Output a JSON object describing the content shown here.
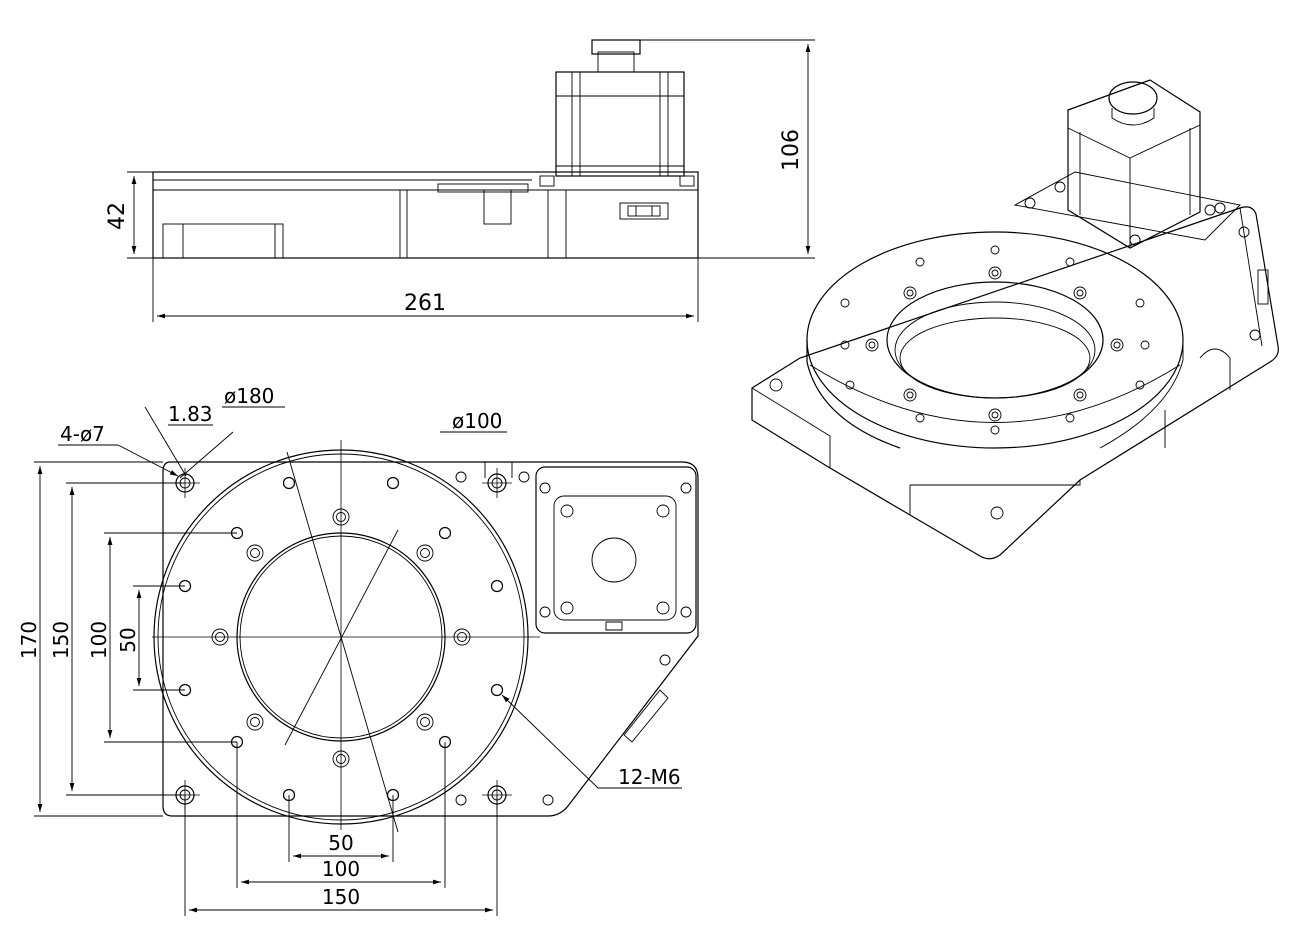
{
  "colors": {
    "line": "#000000",
    "background": "#ffffff"
  },
  "dimensions": {
    "side_height": "42",
    "motor_height": "106",
    "total_length": "261",
    "mount_holes": "4-ø7",
    "offset": "1.83",
    "outer_diameter": "ø180",
    "inner_diameter": "ø100",
    "tapped_holes": "12-M6",
    "v_170": "170",
    "v_150": "150",
    "v_100": "100",
    "v_50": "50",
    "h_50": "50",
    "h_100": "100",
    "h_150": "150"
  }
}
